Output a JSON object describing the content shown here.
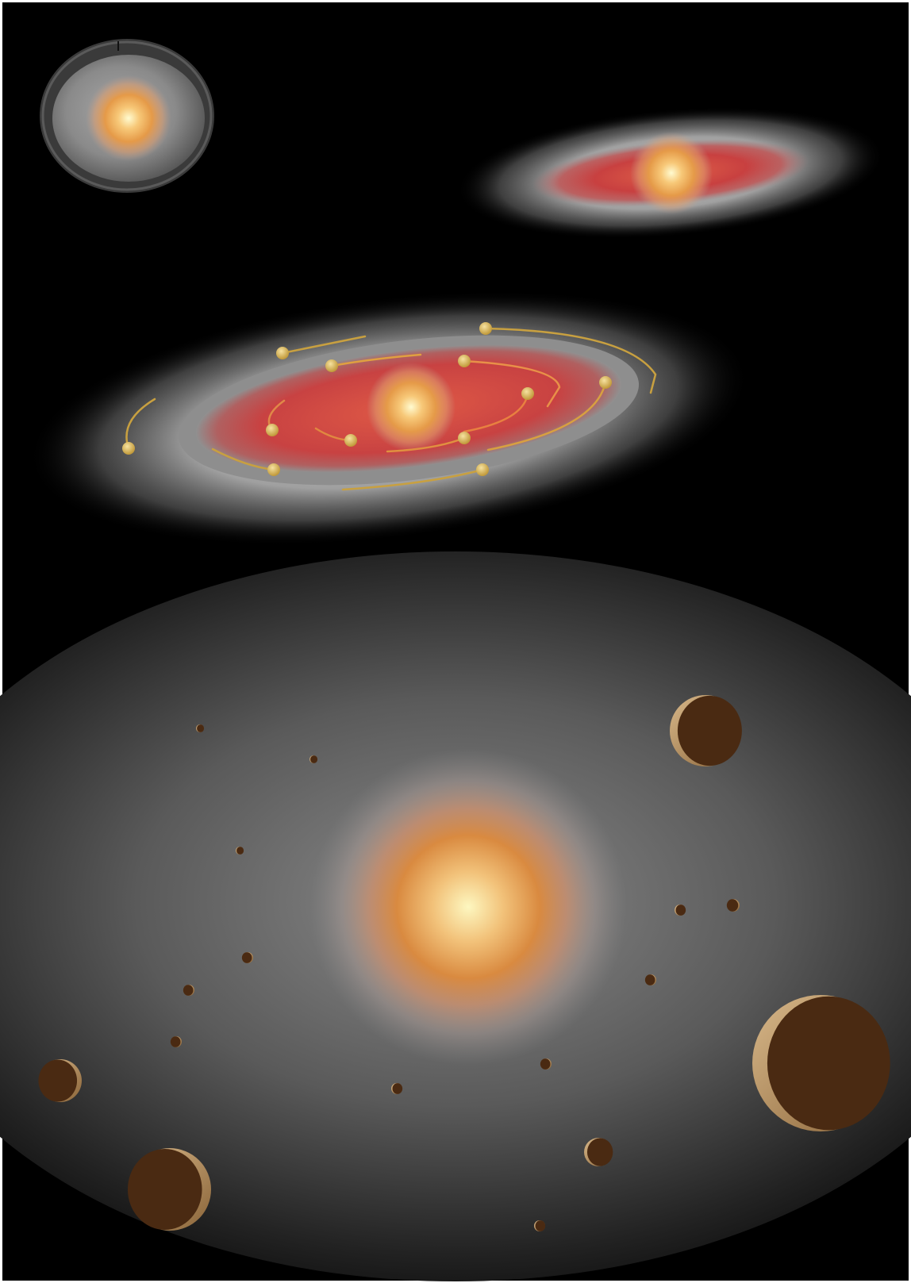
{
  "colors": {
    "space": "#000000",
    "frame": "#ffffff",
    "cloud_gray": "#8a8a8a",
    "disk_red": "#c94040",
    "star_core": "#fffbd0",
    "star_mid": "#f0a040",
    "star_outer": "#d07030",
    "orbit_gold": "#c8a040",
    "planetesimal_gold": "#d8b050",
    "rock_dark": "#4a2a12",
    "rock_light": "#b08860"
  },
  "stages": [
    {
      "name": "collapsing-cloud-with-protostar"
    },
    {
      "name": "protoplanetary-disk"
    },
    {
      "name": "disk-with-planetesimals"
    },
    {
      "name": "young-star-with-planets"
    }
  ]
}
